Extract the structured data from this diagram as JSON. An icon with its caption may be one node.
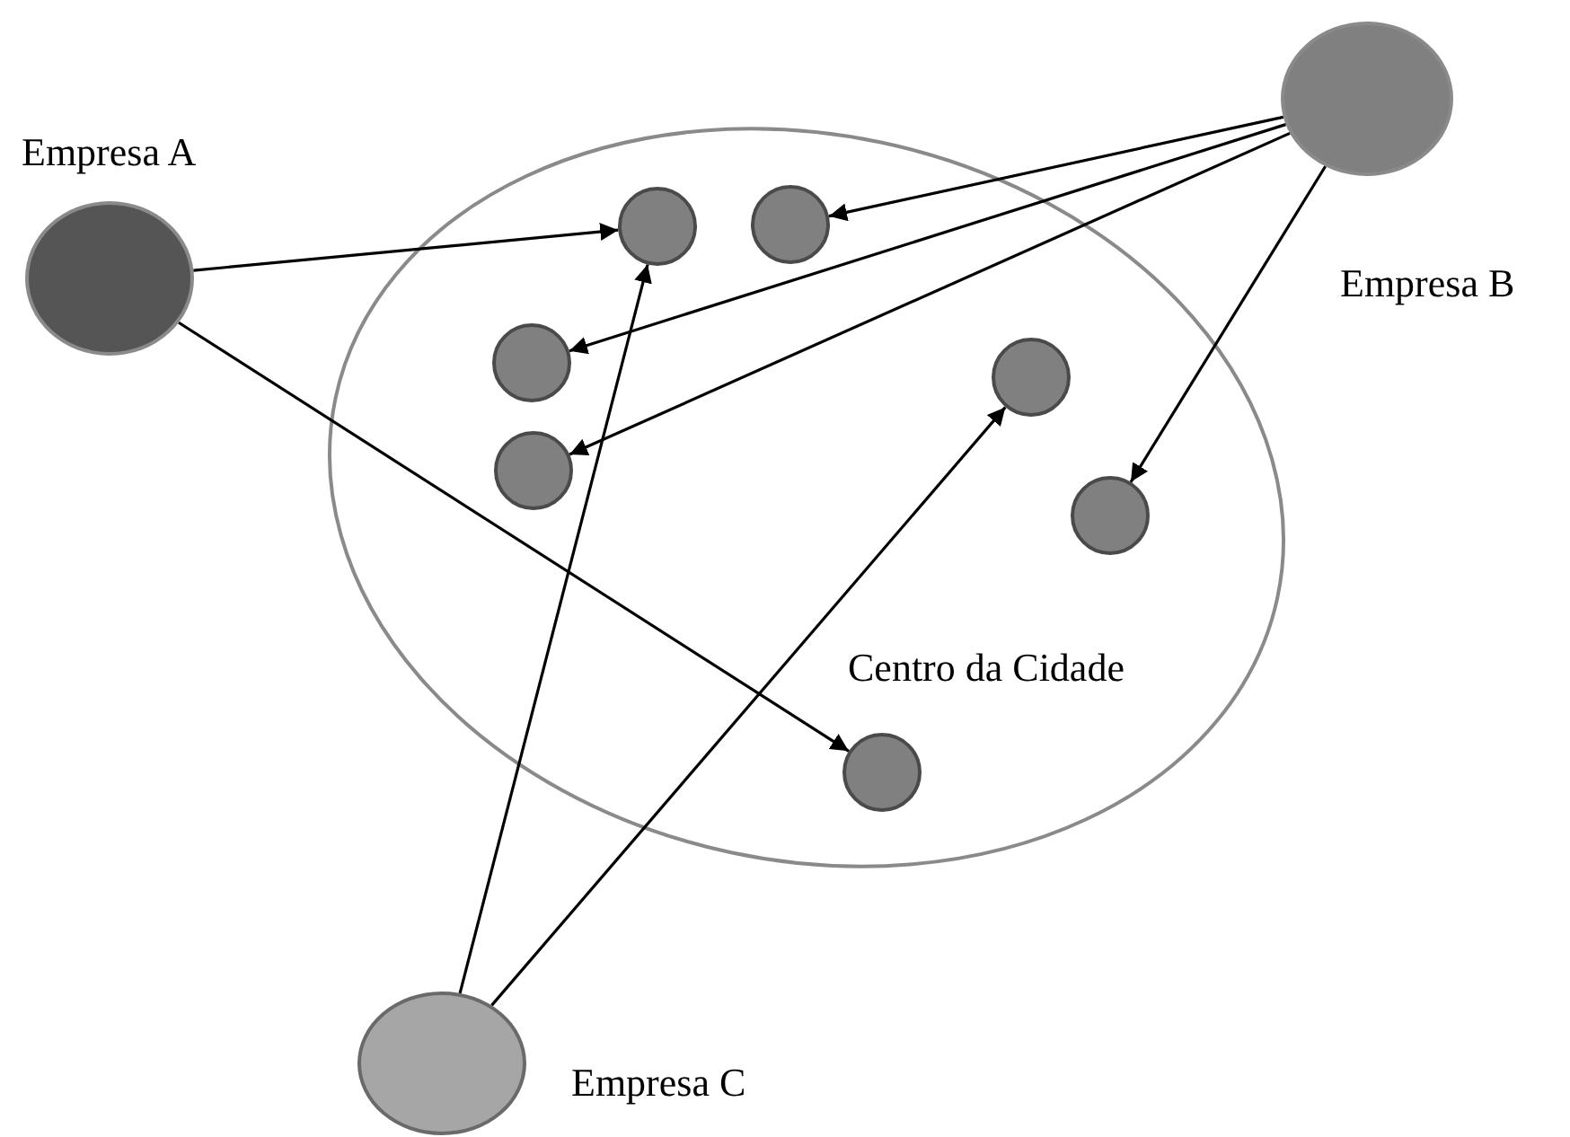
{
  "diagram": {
    "nodes": [
      {
        "text": [],
        "shape": "circle",
        "beside": [
          "Empresa A"
        ]
      },
      {
        "text": [],
        "shape": "circle",
        "beside": [
          "Empresa B"
        ]
      },
      {
        "text": [],
        "shape": "circle",
        "beside": [
          "Empresa C"
        ]
      },
      {
        "text": [
          "Centro da Cidade"
        ]
      },
      {
        "text": [],
        "shape": "circle",
        "in": 3
      },
      {
        "text": [],
        "shape": "circle",
        "in": 3
      },
      {
        "text": [],
        "shape": "circle",
        "in": 3
      },
      {
        "text": [],
        "shape": "circle",
        "in": 3
      },
      {
        "text": [],
        "shape": "circle",
        "in": 3
      },
      {
        "text": [],
        "shape": "circle",
        "in": 3
      },
      {
        "text": [],
        "shape": "circle",
        "in": 3
      }
    ],
    "edges": [
      {
        "from": 0,
        "to": 4,
        "arrow": "to"
      },
      {
        "from": 0,
        "to": 10,
        "arrow": "to"
      },
      {
        "from": 1,
        "to": 5,
        "arrow": "to"
      },
      {
        "from": 1,
        "to": 6,
        "arrow": "to"
      },
      {
        "from": 1,
        "to": 7,
        "arrow": "to"
      },
      {
        "from": 1,
        "to": 9,
        "arrow": "to"
      },
      {
        "from": 2,
        "to": 4,
        "arrow": "to"
      },
      {
        "from": 2,
        "to": 8,
        "arrow": "to"
      }
    ]
  }
}
